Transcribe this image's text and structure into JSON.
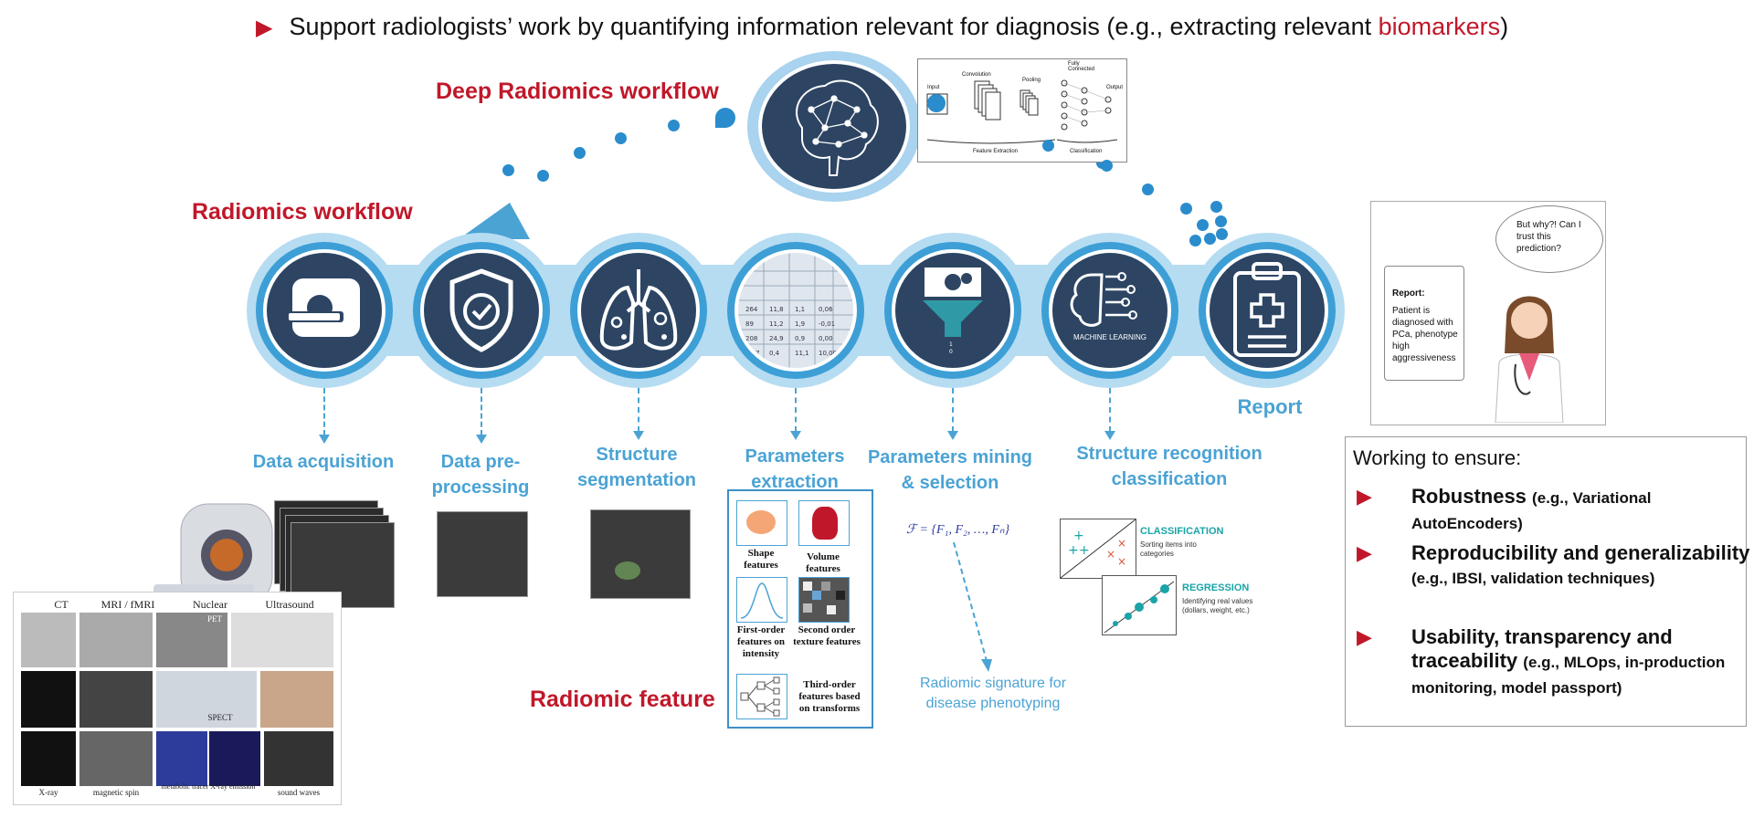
{
  "header": {
    "text_before": "Support radiologists’ work by quantifying information relevant for diagnosis (e.g., extracting relevant ",
    "text_highlight": "biomarkers",
    "text_after": ")"
  },
  "titles": {
    "deep": "Deep Radiomics workflow",
    "radiomics": "Radiomics workflow",
    "feature": "Radiomic feature"
  },
  "cnn": {
    "input": "Input",
    "convolution": "Convolution",
    "pooling": "Pooling",
    "fully_connected": "Fully Connected",
    "output": "Output",
    "feature_extraction": "Feature Extraction",
    "classification": "Classification"
  },
  "steps": [
    {
      "label": "Data acquisition",
      "icon": "scanner-icon"
    },
    {
      "label": "Data pre-processing",
      "icon": "shield-check-icon"
    },
    {
      "label": "Structure segmentation",
      "icon": "lungs-icon"
    },
    {
      "label": "Parameters extraction",
      "icon": "table-icon"
    },
    {
      "label": "Parameters mining & selection",
      "icon": "funnel-icon"
    },
    {
      "label": "Structure recognition classification",
      "icon": "brain-ml-icon"
    },
    {
      "label": "Report",
      "icon": "clipboard-icon"
    }
  ],
  "ml_text": "MACHINE LEARNING",
  "features": {
    "shape": "Shape features",
    "volume": "Volume features",
    "first_order": "First-order features on intensity",
    "second_order": "Second order texture features",
    "third_order": "Third-order features based on transforms"
  },
  "formula": "ℱ = {F₁, F₂, …, Fₙ}",
  "signature": "Radiomic signature for disease phenotyping",
  "ml_types": {
    "classification_title": "CLASSIFICATION",
    "classification_desc": "Sorting items into categories",
    "regression_title": "REGRESSION",
    "regression_desc": "Identifying real values (dollars, weight, etc.)"
  },
  "modalities": {
    "headers": [
      "CT",
      "MRI / fMRI",
      "Nuclear",
      "Ultrasound"
    ],
    "pet": "PET",
    "spect": "SPECT",
    "footers": [
      "X-ray",
      "magnetic spin",
      "metabolic tracer X-ray emission",
      "sound waves"
    ]
  },
  "report_panel": {
    "bubble": "But why?! Can I trust this prediction?",
    "report_title": "Report:",
    "report_body": "Patient is diagnosed with PCa, phenotype high aggressiveness"
  },
  "ensure": {
    "title": "Working to ensure:",
    "items": [
      {
        "main": "Robustness",
        "detail": "(e.g., Variational AutoEncoders)"
      },
      {
        "main": "Reproducibility and generalizability",
        "detail": "(e.g., IBSI, validation techniques)"
      },
      {
        "main": "Usability, transparency and traceability",
        "detail": "(e.g., MLOps, in-production monitoring, model passport)"
      }
    ]
  },
  "colors": {
    "accent_red": "#c0182a",
    "step_blue": "#4ba3d4",
    "circle_dark": "#2d4563"
  }
}
